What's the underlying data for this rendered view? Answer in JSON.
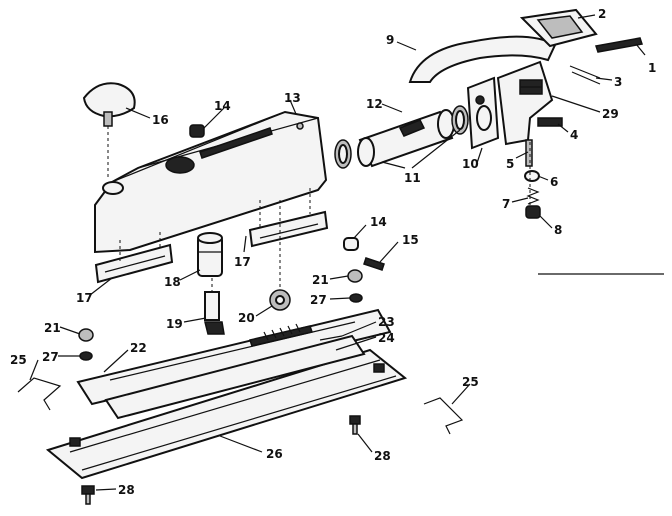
{
  "callouts": [
    {
      "id": "c1",
      "text": "1"
    },
    {
      "id": "c2",
      "text": "2"
    },
    {
      "id": "c3",
      "text": "3"
    },
    {
      "id": "c4",
      "text": "4"
    },
    {
      "id": "c5",
      "text": "5"
    },
    {
      "id": "c6",
      "text": "6"
    },
    {
      "id": "c7",
      "text": "7"
    },
    {
      "id": "c8",
      "text": "8"
    },
    {
      "id": "c9",
      "text": "9"
    },
    {
      "id": "c10",
      "text": "10"
    },
    {
      "id": "c11",
      "text": "11"
    },
    {
      "id": "c12",
      "text": "12"
    },
    {
      "id": "c13",
      "text": "13"
    },
    {
      "id": "c14a",
      "text": "14"
    },
    {
      "id": "c14b",
      "text": "14"
    },
    {
      "id": "c15",
      "text": "15"
    },
    {
      "id": "c16",
      "text": "16"
    },
    {
      "id": "c17a",
      "text": "17"
    },
    {
      "id": "c17b",
      "text": "17"
    },
    {
      "id": "c18",
      "text": "18"
    },
    {
      "id": "c19",
      "text": "19"
    },
    {
      "id": "c20",
      "text": "20"
    },
    {
      "id": "c21a",
      "text": "21"
    },
    {
      "id": "c21b",
      "text": "21"
    },
    {
      "id": "c22",
      "text": "22"
    },
    {
      "id": "c23",
      "text": "23"
    },
    {
      "id": "c24",
      "text": "24"
    },
    {
      "id": "c25a",
      "text": "25"
    },
    {
      "id": "c25b",
      "text": "25"
    },
    {
      "id": "c26",
      "text": "26"
    },
    {
      "id": "c27a",
      "text": "27"
    },
    {
      "id": "c27b",
      "text": "27"
    },
    {
      "id": "c28a",
      "text": "28"
    },
    {
      "id": "c28b",
      "text": "28"
    },
    {
      "id": "c29",
      "text": "29"
    }
  ]
}
